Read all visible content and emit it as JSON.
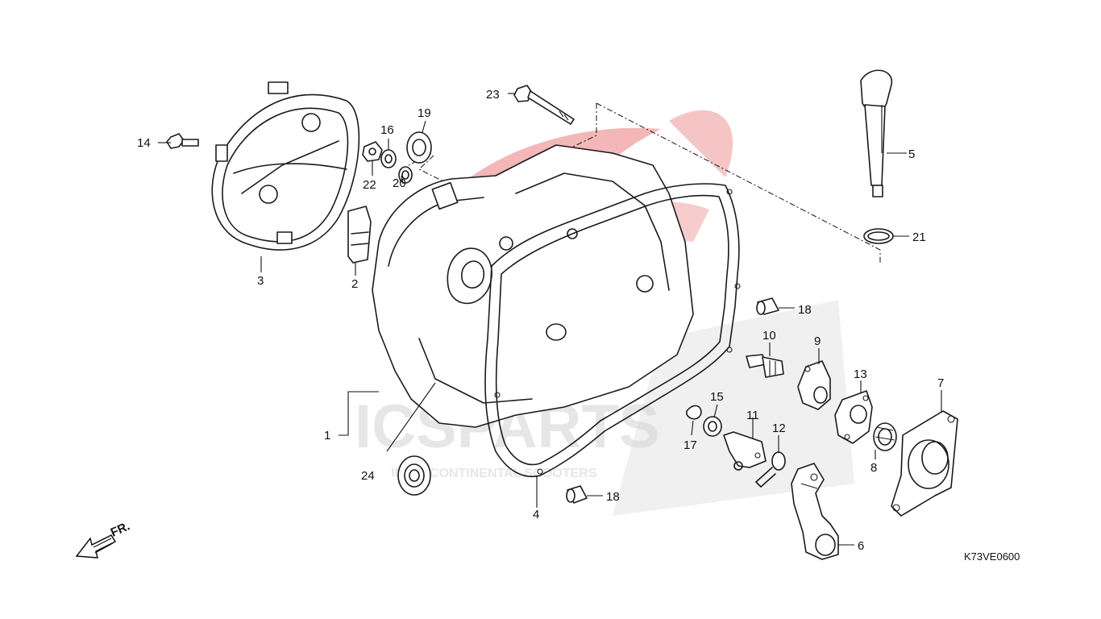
{
  "diagram": {
    "code": "K73VE0600",
    "direction_label": "FR.",
    "watermark": {
      "brand": "ICSPARTS",
      "tagline": "INTERCONTINENTAL SCOOTERS"
    },
    "colors": {
      "line": "#1a1a1a",
      "watermark_red": "#f3b7b7",
      "watermark_grey": "#e6e6e6"
    },
    "callouts": [
      {
        "id": "1",
        "label": "1"
      },
      {
        "id": "2",
        "label": "2"
      },
      {
        "id": "3",
        "label": "3"
      },
      {
        "id": "4",
        "label": "4"
      },
      {
        "id": "5",
        "label": "5"
      },
      {
        "id": "6",
        "label": "6"
      },
      {
        "id": "7",
        "label": "7"
      },
      {
        "id": "8",
        "label": "8"
      },
      {
        "id": "9",
        "label": "9"
      },
      {
        "id": "10",
        "label": "10"
      },
      {
        "id": "11",
        "label": "11"
      },
      {
        "id": "12",
        "label": "12"
      },
      {
        "id": "13",
        "label": "13"
      },
      {
        "id": "14",
        "label": "14"
      },
      {
        "id": "15",
        "label": "15"
      },
      {
        "id": "16",
        "label": "16"
      },
      {
        "id": "17",
        "label": "17"
      },
      {
        "id": "18a",
        "label": "18"
      },
      {
        "id": "18b",
        "label": "18"
      },
      {
        "id": "19",
        "label": "19"
      },
      {
        "id": "20",
        "label": "20"
      },
      {
        "id": "21",
        "label": "21"
      },
      {
        "id": "22",
        "label": "22"
      },
      {
        "id": "23",
        "label": "23"
      },
      {
        "id": "24",
        "label": "24"
      }
    ]
  }
}
